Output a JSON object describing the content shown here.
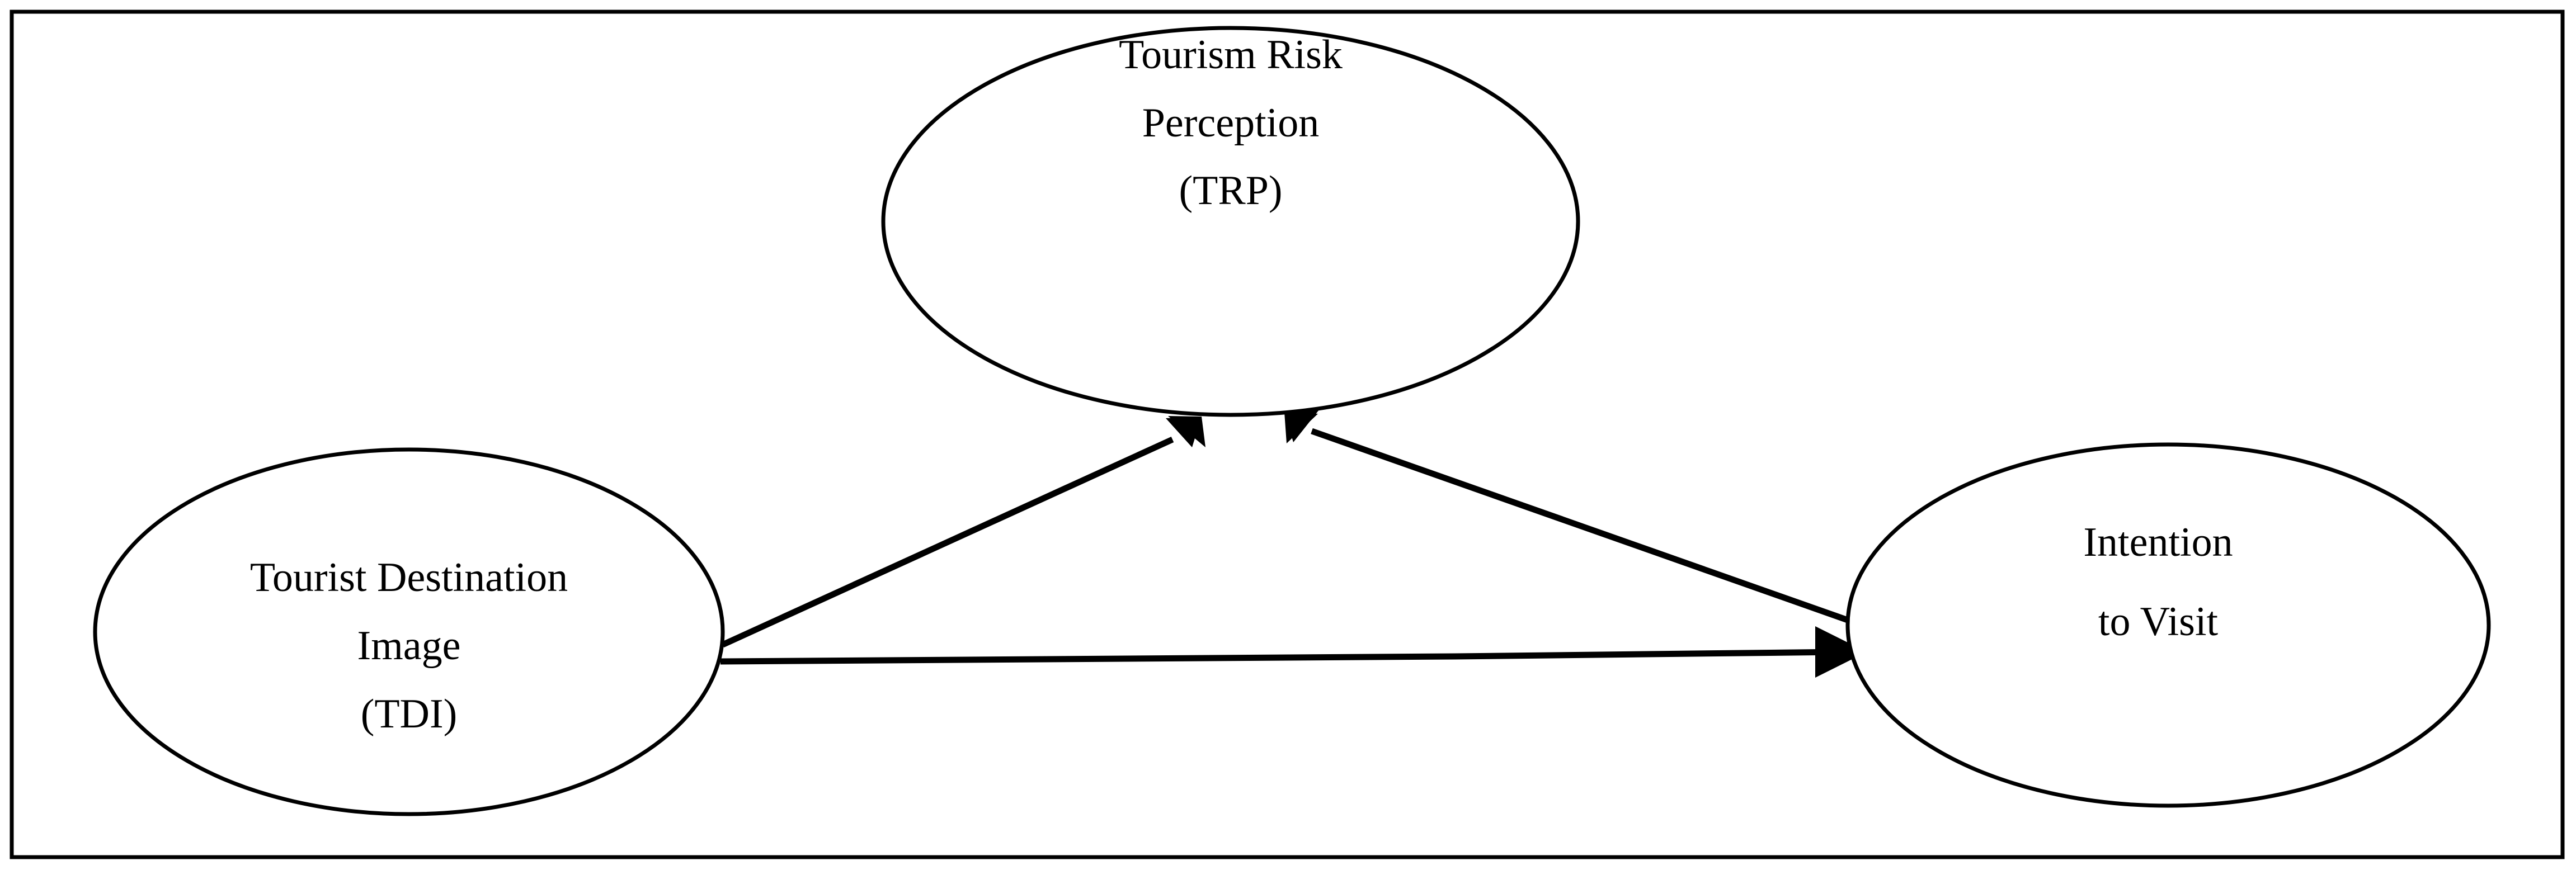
{
  "figure": {
    "type": "conceptual-path-model",
    "background_color": "#ffffff",
    "ink_color": "#000000",
    "border": {
      "visible": true,
      "color": "#000000"
    },
    "nodes": [
      {
        "id": "trp",
        "shape": "ellipse",
        "position": "top-center",
        "lines": [
          "Tourism Risk",
          "Perception",
          "(TRP)"
        ],
        "line1": "Tourism Risk",
        "line2": "Perception",
        "line3": "(TRP)"
      },
      {
        "id": "tdi",
        "shape": "ellipse",
        "position": "bottom-left",
        "lines": [
          "Tourist Destination",
          "Image",
          "(TDI)"
        ],
        "line1": "Tourist Destination",
        "line2": "Image",
        "line3": "(TDI)"
      },
      {
        "id": "intention",
        "shape": "ellipse",
        "position": "bottom-right",
        "lines": [
          "Intention",
          "to Visit"
        ],
        "line1": "Intention",
        "line2": "to Visit"
      }
    ],
    "edges": [
      {
        "id": "tdi-to-trp",
        "from": "tdi",
        "to": "trp",
        "style": "solid",
        "arrow": "single",
        "direction": "up-right"
      },
      {
        "id": "intention-to-trp",
        "from": "intention",
        "to": "trp",
        "style": "solid",
        "arrow": "single",
        "direction": "up-left"
      },
      {
        "id": "tdi-to-intention",
        "from": "tdi",
        "to": "intention",
        "style": "solid",
        "arrow": "single",
        "direction": "right"
      }
    ]
  }
}
